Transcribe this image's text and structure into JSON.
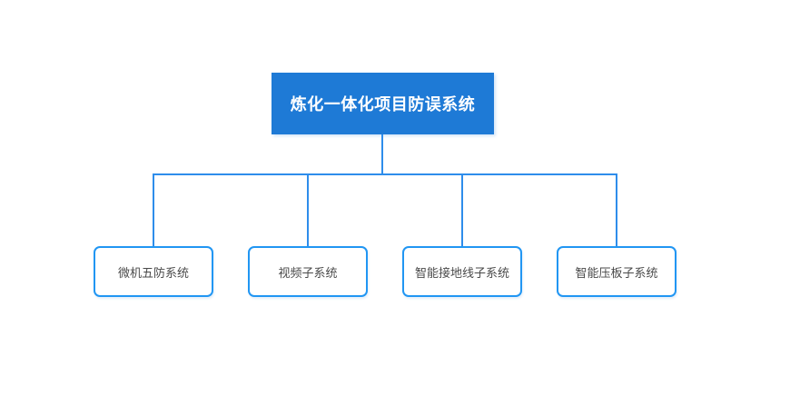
{
  "diagram": {
    "type": "org-tree",
    "root": {
      "label": "炼化一体化项目防误系统"
    },
    "children": [
      {
        "label": "微机五防系统"
      },
      {
        "label": "视频子系统"
      },
      {
        "label": "智能接地线子系统"
      },
      {
        "label": "智能压板子系统"
      }
    ],
    "colors": {
      "background": "#ffffff",
      "root_fill": "#1e7ad6",
      "root_text": "#ffffff",
      "connector_line": "#2e8deb",
      "child_border": "#2196f3",
      "child_fill": "#ffffff",
      "child_text": "#4a4a4a"
    }
  }
}
